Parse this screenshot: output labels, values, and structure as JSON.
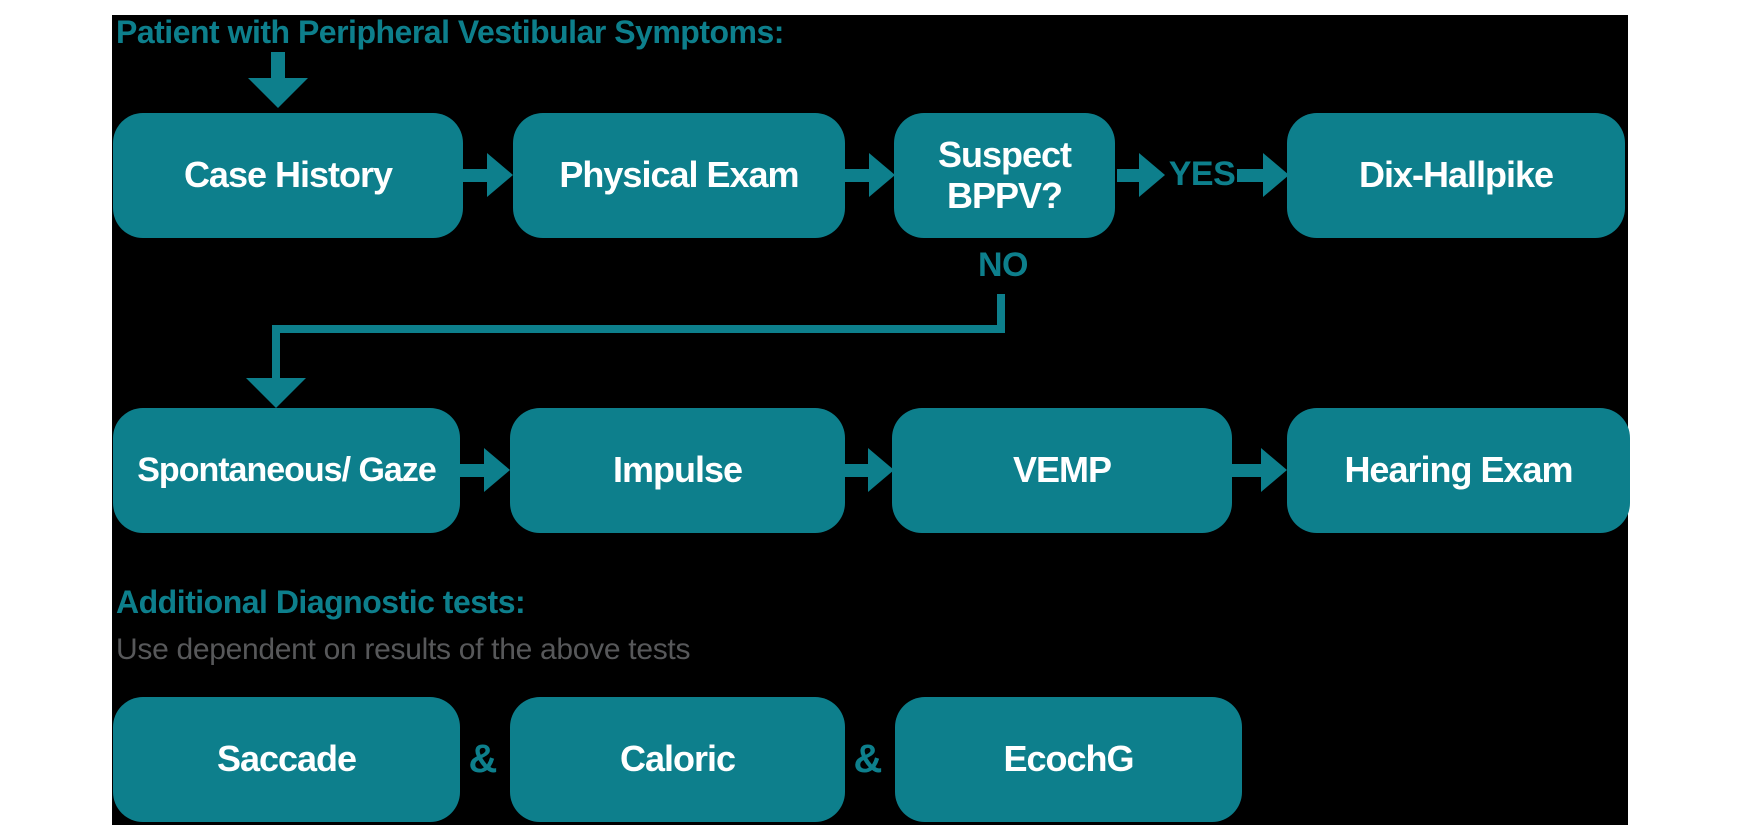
{
  "colors": {
    "teal": "#0d7f8c",
    "canvas-bg": "#000000",
    "page-bg": "#ffffff",
    "box-text": "#ffffff",
    "muted-text": "#57585a"
  },
  "header": {
    "title": "Patient with Peripheral Vestibular Symptoms:"
  },
  "flowchart": {
    "row1": {
      "case_history": "Case History",
      "physical_exam": "Physical Exam",
      "suspect_bppv": "Suspect BPPV?",
      "dix_hallpike": "Dix-Hallpike"
    },
    "branch": {
      "yes": "YES",
      "no": "NO"
    },
    "row2": {
      "spontaneous_gaze": "Spontaneous/ Gaze",
      "impulse": "Impulse",
      "vemp": "VEMP",
      "hearing_exam": "Hearing Exam"
    }
  },
  "additional": {
    "heading": "Additional Diagnostic tests:",
    "note": "Use dependent on results of the above tests",
    "tests": {
      "saccade": "Saccade",
      "caloric": "Caloric",
      "ecochg": "EcochG"
    },
    "separator": "&"
  }
}
